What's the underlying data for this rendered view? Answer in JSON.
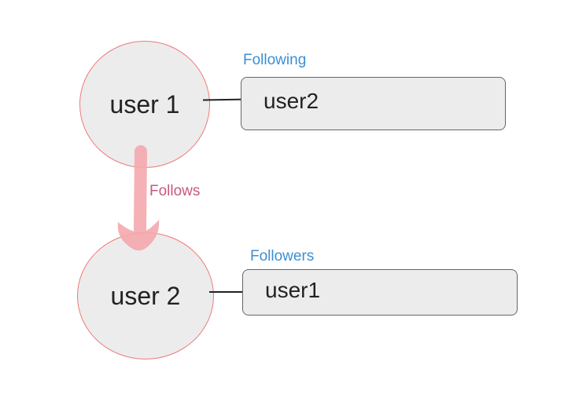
{
  "nodes": [
    {
      "label": "user 1"
    },
    {
      "label": "user 2"
    }
  ],
  "lists": [
    {
      "caption": "Following",
      "items": [
        "user2"
      ]
    },
    {
      "caption": "Followers",
      "items": [
        "user1"
      ]
    }
  ],
  "edge": {
    "label": "Follows"
  },
  "colors": {
    "node_fill": "#ececec",
    "node_border": "#f07878",
    "caption": "#3b8fd6",
    "arrow": "#f4a9ad",
    "edge_label": "#c85a7c"
  }
}
